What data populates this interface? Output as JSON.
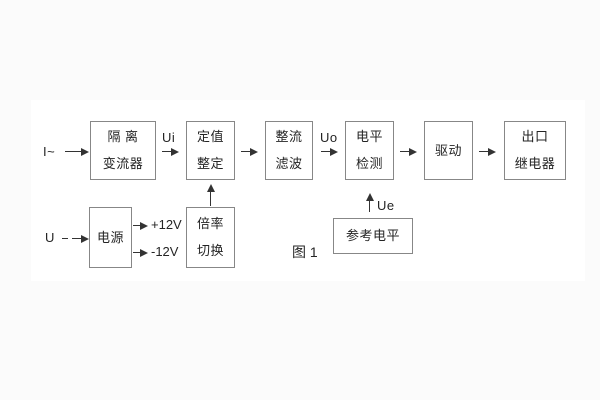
{
  "figure_caption": "图 1",
  "signals": {
    "input_current": "I~",
    "input_voltage": "U",
    "ui": "Ui",
    "uo": "Uo",
    "ue": "Ue",
    "rail_pos": "+12V",
    "rail_neg": "-12V"
  },
  "blocks": {
    "isolation_transformer": {
      "line1": "隔 离",
      "line2": "变流器"
    },
    "setpoint_setting": {
      "line1": "定值",
      "line2": "整定"
    },
    "rectify_filter": {
      "line1": "整流",
      "line2": "滤波"
    },
    "level_detect": {
      "line1": "电平",
      "line2": "检测"
    },
    "drive": {
      "label": "驱动"
    },
    "output_relay": {
      "line1": "出口",
      "line2": "继电器"
    },
    "power_supply": {
      "label": "电源"
    },
    "ratio_switch": {
      "line1": "倍率",
      "line2": "切换"
    },
    "reference_level": {
      "label": "参考电平"
    }
  },
  "colors": {
    "background": "#fbfbfb",
    "panel": "#ffffff",
    "box_border": "#878787",
    "text": "#242424",
    "line": "#333333"
  }
}
